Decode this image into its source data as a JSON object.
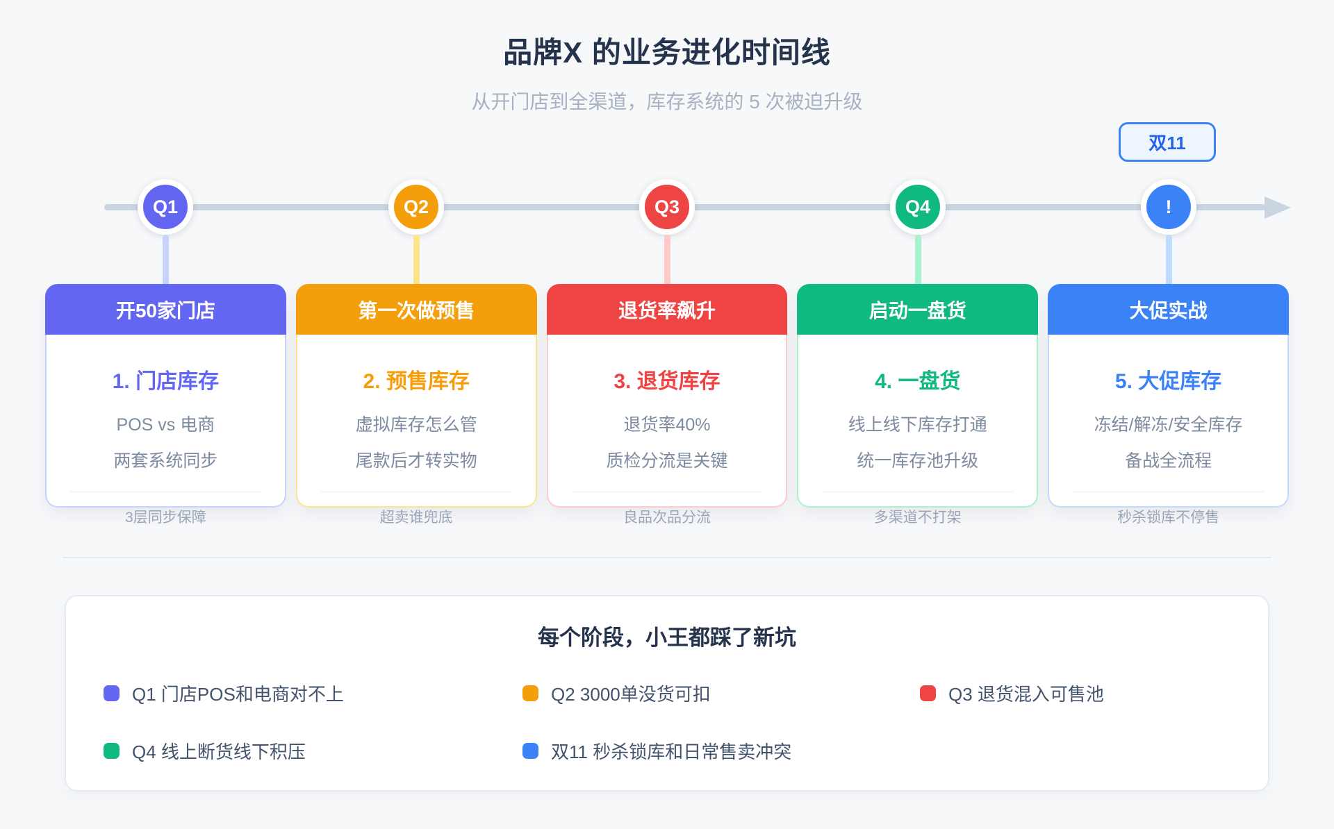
{
  "header": {
    "title": "品牌X 的业务进化时间线",
    "subtitle": "从开门店到全渠道，库存系统的 5 次被迫升级"
  },
  "badge": {
    "label": "双11",
    "text_color": "#2563eb",
    "border_color": "#3b82f6",
    "bg_color": "#eef5fe"
  },
  "timeline": {
    "line_color": "#cbd5e1",
    "markers": [
      {
        "label": "Q1",
        "color": "#6366f1",
        "stem_color": "#c7d2fe"
      },
      {
        "label": "Q2",
        "color": "#f59e0b",
        "stem_color": "#fde68a"
      },
      {
        "label": "Q3",
        "color": "#ef4444",
        "stem_color": "#fecaca"
      },
      {
        "label": "Q4",
        "color": "#10b981",
        "stem_color": "#a7f3d0"
      },
      {
        "label": "!",
        "color": "#3b82f6",
        "stem_color": "#bfdbfe"
      }
    ]
  },
  "cards": [
    {
      "header": "开50家门店",
      "color": "#6366f1",
      "border_color": "#c7d2fe",
      "title": "1. 门店库存",
      "line1": "POS vs 电商",
      "line2": "两套系统同步",
      "footer": "3层同步保障"
    },
    {
      "header": "第一次做预售",
      "color": "#f59e0b",
      "border_color": "#fde68a",
      "title": "2. 预售库存",
      "line1": "虚拟库存怎么管",
      "line2": "尾款后才转实物",
      "footer": "超卖谁兜底"
    },
    {
      "header": "退货率飙升",
      "color": "#ef4444",
      "border_color": "#fecaca",
      "title": "3. 退货库存",
      "line1": "退货率40%",
      "line2": "质检分流是关键",
      "footer": "良品次品分流"
    },
    {
      "header": "启动一盘货",
      "color": "#10b981",
      "border_color": "#a7f3d0",
      "title": "4. 一盘货",
      "line1": "线上线下库存打通",
      "line2": "统一库存池升级",
      "footer": "多渠道不打架"
    },
    {
      "header": "大促实战",
      "color": "#3b82f6",
      "border_color": "#bfdbfe",
      "title": "5. 大促库存",
      "line1": "冻结/解冻/安全库存",
      "line2": "备战全流程",
      "footer": "秒杀锁库不停售"
    }
  ],
  "panel": {
    "title": "每个阶段，小王都踩了新坑",
    "items": [
      {
        "color": "#6366f1",
        "label": "Q1 门店POS和电商对不上"
      },
      {
        "color": "#f59e0b",
        "label": "Q2 3000单没货可扣"
      },
      {
        "color": "#ef4444",
        "label": "Q3 退货混入可售池"
      },
      {
        "color": "#10b981",
        "label": "Q4 线上断货线下积压"
      },
      {
        "color": "#3b82f6",
        "label": "双11 秒杀锁库和日常售卖冲突"
      }
    ]
  }
}
